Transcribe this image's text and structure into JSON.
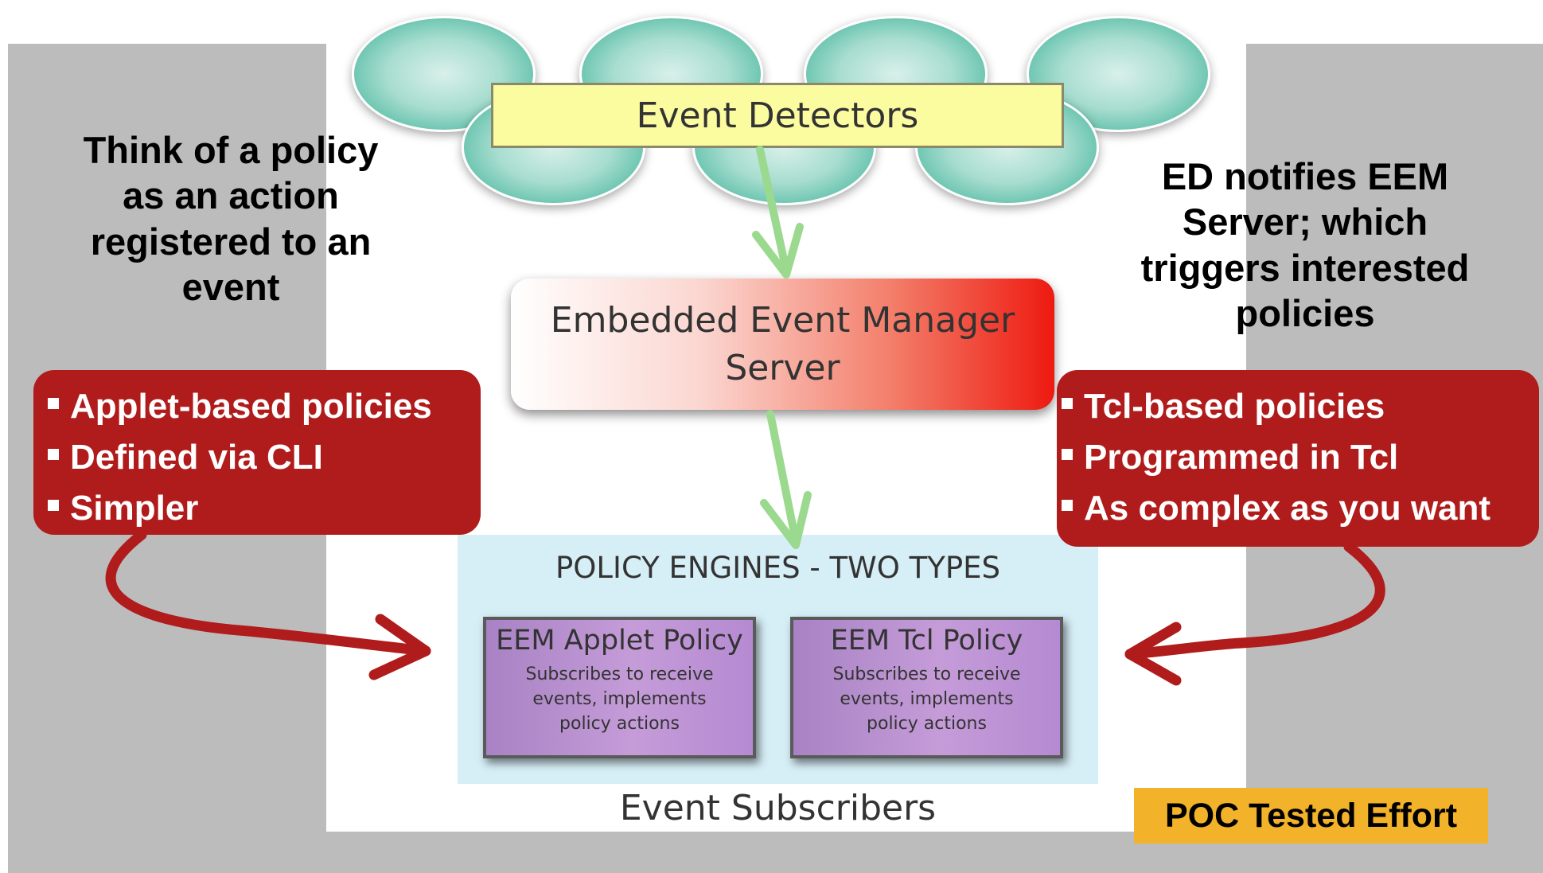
{
  "detectors": {
    "label": "Event Detectors"
  },
  "server": {
    "line1": "Embedded Event Manager",
    "line2": "Server"
  },
  "engines": {
    "title": "POLICY ENGINES - TWO TYPES",
    "applet": {
      "title": "EEM Applet Policy",
      "desc1": "Subscribes to receive",
      "desc2": "events, implements",
      "desc3": "policy actions"
    },
    "tcl": {
      "title": "EEM Tcl Policy",
      "desc1": "Subscribes to receive",
      "desc2": "events, implements",
      "desc3": "policy actions"
    }
  },
  "subscribers": {
    "label": "Event Subscribers"
  },
  "left_note": {
    "line1": "Think of a policy",
    "line2": "as an action",
    "line3": "registered to an",
    "line4": "event"
  },
  "right_note": {
    "line1": "ED notifies EEM",
    "line2": "Server; which",
    "line3": "triggers interested",
    "line4": "policies"
  },
  "left_box": {
    "items": [
      "Applet-based policies",
      "Defined via CLI",
      "Simpler"
    ]
  },
  "right_box": {
    "items": [
      "Tcl-based policies",
      "Programmed in Tcl",
      "As complex as you want"
    ]
  },
  "badge": {
    "label": "POC Tested Effort"
  },
  "colors": {
    "bubble": "#5cbfa8",
    "detector_box": "#fbfba0",
    "server_red": "#ee1a10",
    "engines_bg": "#d6eef6",
    "policy_purple": "#c59cd8",
    "red_box": "#b01b1b",
    "arrow_green": "#9bd98f",
    "badge": "#f2b22a",
    "side_gray": "#bcbcbc"
  }
}
